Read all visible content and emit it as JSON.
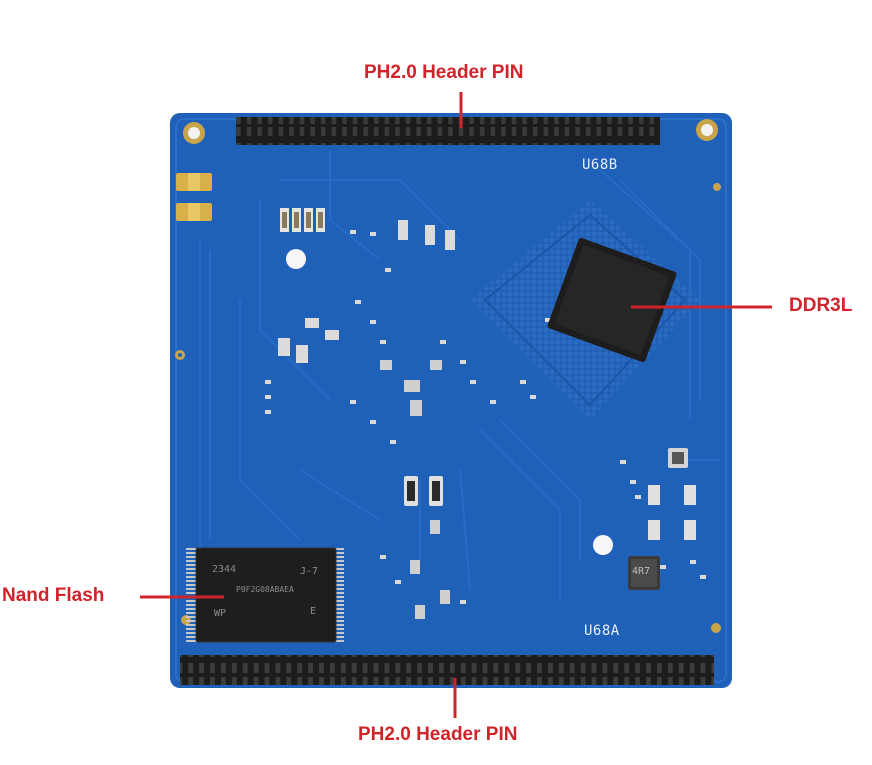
{
  "callouts": {
    "top_header": "PH2.0 Header PIN",
    "bottom_header": "PH2.0 Header PIN",
    "ddr": "DDR3L",
    "nand": "Nand Flash"
  },
  "silkscreen": {
    "top_connector_id": "U68B",
    "bottom_connector_id": "U68A"
  },
  "chip_markings": {
    "nand_line1_left": "2344",
    "nand_line1_right": "J-7",
    "nand_line2": "P0F2G08ABAEA",
    "nand_line3_left": "WP",
    "nand_line3_right": "E",
    "inductor": "4R7"
  },
  "colors": {
    "callout_red": "#d0242b",
    "pcb_blue": "#1e5fb8",
    "pin_black": "#1a1a1a",
    "pad_gold": "#c9a54a"
  }
}
